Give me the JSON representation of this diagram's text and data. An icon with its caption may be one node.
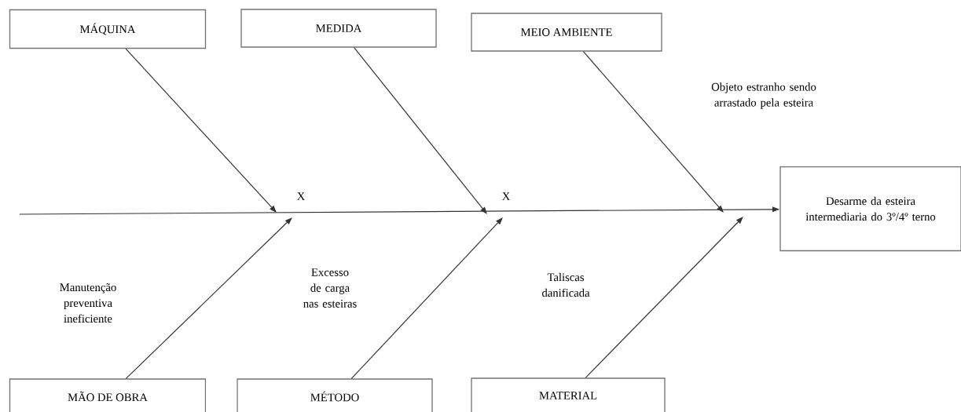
{
  "diagram": {
    "nodes": [
      {
        "text": [
          "MÁQUINA"
        ]
      },
      {
        "text": [
          "MEDIDA"
        ]
      },
      {
        "text": [
          "MEIO AMBIENTE"
        ]
      },
      {
        "text": [
          "Desarme da esteira intermediaria do 3º/4º terno"
        ]
      },
      {
        "text": [
          "MÃO DE OBRA"
        ]
      },
      {
        "text": [
          "MÉTODO"
        ]
      },
      {
        "text": [
          "MATERIAL"
        ]
      }
    ],
    "edges": [
      {
        "from": null,
        "to": 3,
        "arrow": "to"
      },
      {
        "from": 0,
        "to": null,
        "arrow": "to"
      },
      {
        "from": 1,
        "to": null,
        "arrow": "to"
      },
      {
        "from": 2,
        "to": null,
        "arrow": "to"
      },
      {
        "from": 4,
        "to": null,
        "arrow": "to"
      },
      {
        "from": 5,
        "to": null,
        "arrow": "to"
      },
      {
        "from": 6,
        "to": null,
        "arrow": "to"
      }
    ],
    "labels": [
      "Objeto estranho sendo arrastado pela esteira",
      "X",
      "X",
      "Manutenção preventiva ineficiente",
      "Excesso de carga nas esteiras",
      "Taliscas danificada"
    ]
  }
}
